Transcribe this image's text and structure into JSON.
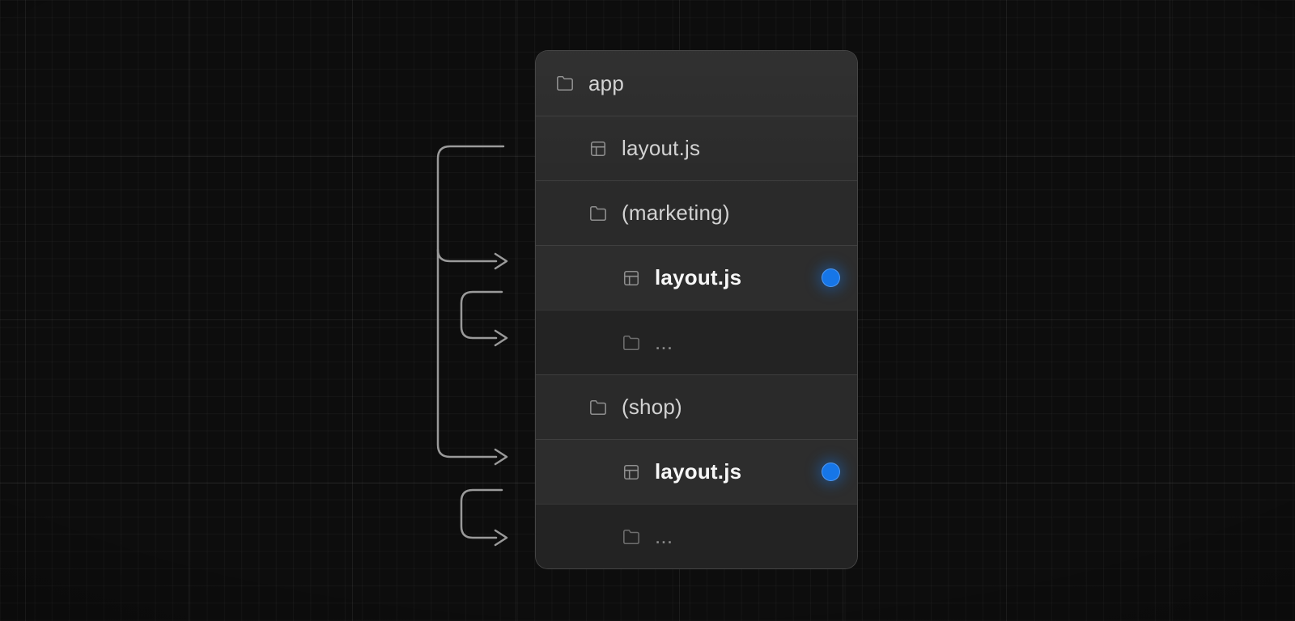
{
  "tree": {
    "rows": [
      {
        "label": "app",
        "icon": "folder",
        "level": 0,
        "style": "normal",
        "dot": false
      },
      {
        "label": "layout.js",
        "icon": "layout",
        "level": 1,
        "style": "normal",
        "dot": false
      },
      {
        "label": "(marketing)",
        "icon": "folder",
        "level": 1,
        "style": "normal",
        "dot": false
      },
      {
        "label": "layout.js",
        "icon": "layout",
        "level": 2,
        "style": "highlight",
        "dot": true
      },
      {
        "label": "...",
        "icon": "folder",
        "level": 2,
        "style": "dim",
        "dot": false
      },
      {
        "label": "(shop)",
        "icon": "folder",
        "level": 1,
        "style": "normal",
        "dot": false
      },
      {
        "label": "layout.js",
        "icon": "layout",
        "level": 2,
        "style": "highlight",
        "dot": true
      },
      {
        "label": "...",
        "icon": "folder",
        "level": 2,
        "style": "dim",
        "dot": false
      }
    ]
  },
  "connections": [
    {
      "from": "app/layout.js",
      "to": "(marketing)/layout.js"
    },
    {
      "from": "app/layout.js",
      "to": "(shop)/layout.js"
    },
    {
      "from": "(marketing)/layout.js",
      "to": "(marketing)/..."
    },
    {
      "from": "(shop)/layout.js",
      "to": "(shop)/..."
    }
  ],
  "colors": {
    "bg": "#0d0d0d",
    "arrow": "#9a9a9a",
    "accent-blue": "#1676e8",
    "panel-bg": "#2a2a2a",
    "panel-bg-highlight": "#2d2d2d",
    "panel-bg-dim": "#232323",
    "panel-border": "rgba(255,255,255,0.13)",
    "divider": "rgba(255,255,255,0.09)",
    "text": "#d2d2d2",
    "text-bold": "#f7f7f7",
    "text-dim": "#8a8a8a",
    "icon": "#8f8f8f",
    "icon-dim": "#6f6f6f"
  }
}
